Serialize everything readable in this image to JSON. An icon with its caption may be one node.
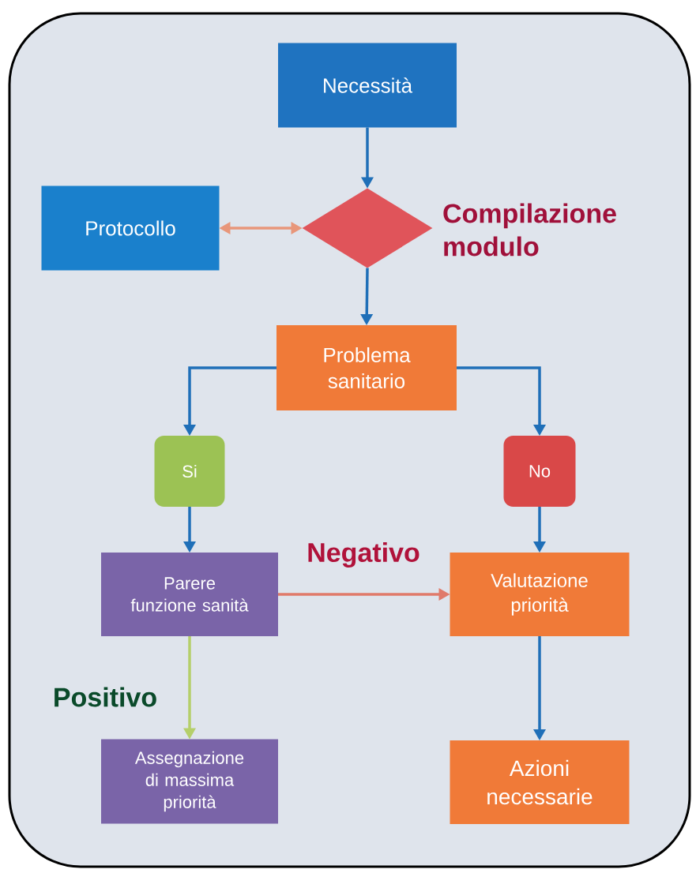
{
  "diagram": {
    "nodes": [
      {
        "text": [
          "Necessità"
        ]
      },
      {
        "text": [
          "Protocollo"
        ]
      },
      {
        "text": [],
        "shape": "diamond",
        "beside": [
          "Compilazione modulo"
        ]
      },
      {
        "text": [
          "Problema sanitario"
        ]
      },
      {
        "text": [
          "Si"
        ]
      },
      {
        "text": [
          "No"
        ]
      },
      {
        "text": [
          "Parere funzione sanità"
        ]
      },
      {
        "text": [
          "Valutazione priorità"
        ]
      },
      {
        "text": [
          "Assegnazione di massima priorità"
        ]
      },
      {
        "text": [
          "Azioni necessarie"
        ]
      }
    ],
    "edges": [
      {
        "from": 0,
        "to": 2,
        "arrow": "to"
      },
      {
        "from": 2,
        "to": 1,
        "arrow": "both",
        "color": "#e8967a"
      },
      {
        "from": 2,
        "to": 3,
        "arrow": "to"
      },
      {
        "from": 3,
        "to": 4,
        "arrow": "to"
      },
      {
        "from": 3,
        "to": 5,
        "arrow": "to"
      },
      {
        "from": 4,
        "to": 6,
        "arrow": "to"
      },
      {
        "from": 5,
        "to": 7,
        "arrow": "to"
      },
      {
        "from": 6,
        "to": 7,
        "arrow": "to",
        "label": "Negativo",
        "color": "#e07a6a"
      },
      {
        "from": 6,
        "to": 8,
        "arrow": "to",
        "label": "Positivo",
        "color": "#b5cf6a"
      },
      {
        "from": 7,
        "to": 9,
        "arrow": "to"
      }
    ]
  }
}
